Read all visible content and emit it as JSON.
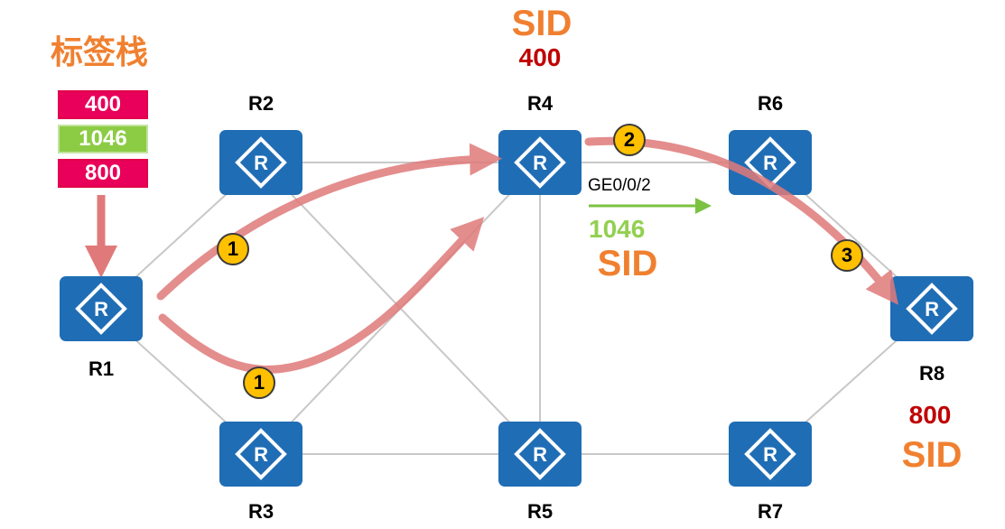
{
  "label_stack": {
    "title": "标签栈",
    "entries": [
      {
        "label": "400",
        "color": "#e8005a"
      },
      {
        "label": "1046",
        "color": "#8ccc45"
      },
      {
        "label": "800",
        "color": "#e8005a"
      }
    ]
  },
  "routers": [
    {
      "id": "R1",
      "label": "R1"
    },
    {
      "id": "R2",
      "label": "R2"
    },
    {
      "id": "R3",
      "label": "R3"
    },
    {
      "id": "R4",
      "label": "R4"
    },
    {
      "id": "R5",
      "label": "R5"
    },
    {
      "id": "R6",
      "label": "R6"
    },
    {
      "id": "R7",
      "label": "R7"
    },
    {
      "id": "R8",
      "label": "R8"
    }
  ],
  "node_sids": [
    {
      "router": "R4",
      "sid_label": "SID",
      "value": "400"
    },
    {
      "router": "R8",
      "sid_label": "SID",
      "value": "800"
    }
  ],
  "adjacency_sid": {
    "interface": "GE0/0/2",
    "value": "1046",
    "sid_label": "SID"
  },
  "steps": [
    "1",
    "1",
    "2",
    "3"
  ],
  "colors": {
    "router_fill": "#1f6db5",
    "link": "#c8c8c8",
    "path": "#e07a7a",
    "sid_text": "#f08030",
    "sid_value": "#c00000",
    "adjacency_arrow": "#7cc242",
    "step_badge": "#ffc000"
  },
  "icons": {
    "router": "router-icon",
    "arrow": "arrow-icon"
  }
}
